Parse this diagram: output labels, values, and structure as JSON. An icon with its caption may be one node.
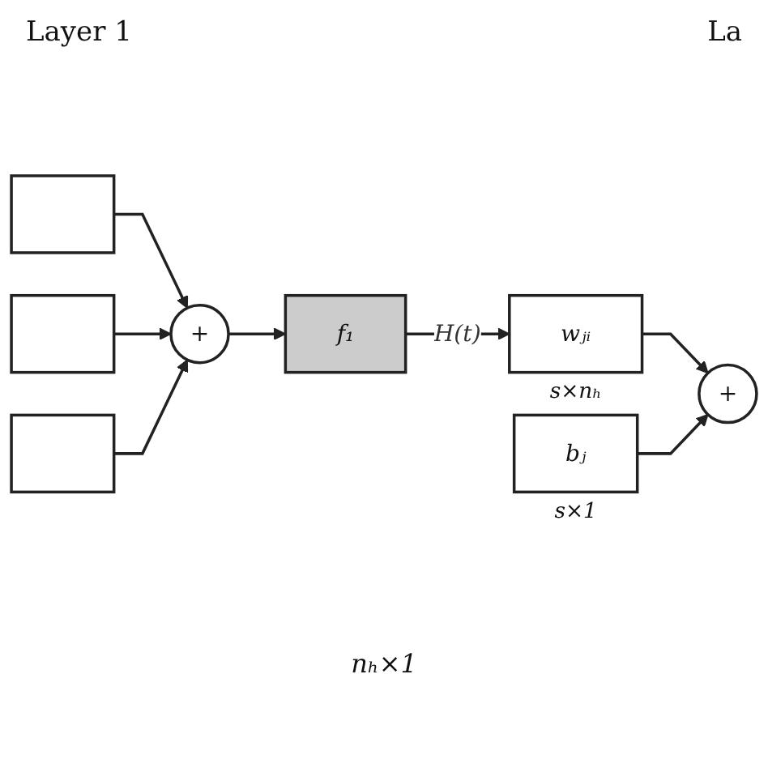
{
  "diagram": {
    "nodes": [
      {
        "text": [],
        "shape": "box"
      },
      {
        "text": [],
        "shape": "box"
      },
      {
        "text": [],
        "shape": "box"
      },
      {
        "text": [
          "+"
        ]
      },
      {
        "text": [
          "f₁"
        ]
      },
      {
        "text": [
          "wⱼᵢ"
        ],
        "beside": [
          "s×nₕ"
        ]
      },
      {
        "text": [
          "bⱼ"
        ],
        "beside": [
          "s×1"
        ]
      },
      {
        "text": [
          "+"
        ]
      }
    ],
    "edges": [
      {
        "from": 0,
        "to": 3,
        "arrow": "to"
      },
      {
        "from": 1,
        "to": 3,
        "arrow": "to"
      },
      {
        "from": 2,
        "to": 3,
        "arrow": "to"
      },
      {
        "from": 3,
        "to": 4,
        "arrow": "to"
      },
      {
        "from": 4,
        "to": 5,
        "arrow": "to",
        "label": "H(t)"
      },
      {
        "from": 5,
        "to": 7,
        "arrow": "to"
      },
      {
        "from": 6,
        "to": 7,
        "arrow": "to"
      }
    ],
    "labels": [
      "Layer 1",
      "La",
      "nₕ×1"
    ]
  }
}
